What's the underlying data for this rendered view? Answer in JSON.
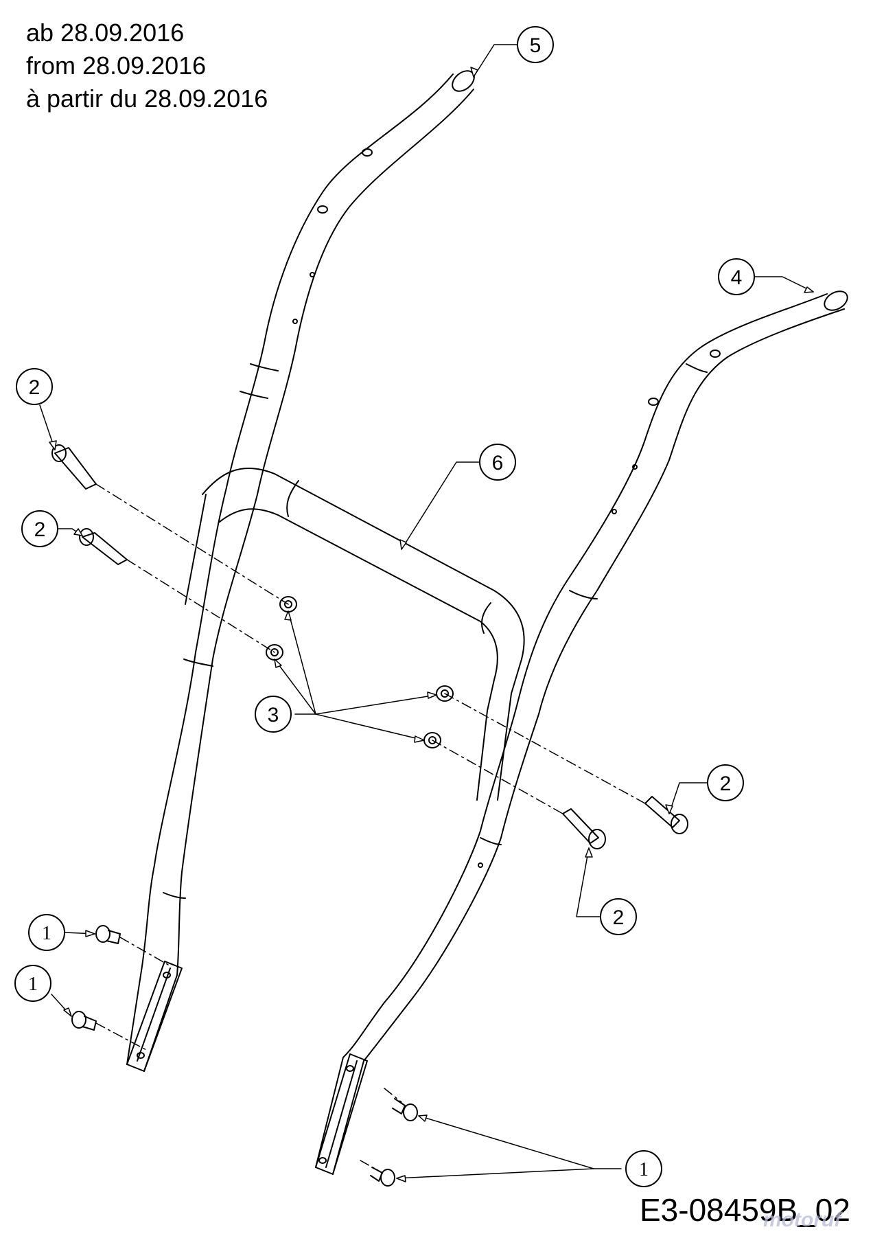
{
  "header": {
    "line_de": "ab 28.09.2016",
    "line_en": "from 28.09.2016",
    "line_fr": "à partir du 28.09.2016"
  },
  "drawing_code": "E3-08459B_02",
  "watermark": "motoruf",
  "callouts": {
    "c1": "1",
    "c2": "1",
    "c3": "1",
    "c4": "2",
    "c5": "2",
    "c6": "2",
    "c7": "2",
    "c8": "3",
    "c9": "4",
    "c10": "5",
    "c11": "6"
  },
  "colors": {
    "line": "#000000",
    "background": "#ffffff",
    "watermark": "#b8b8d8"
  }
}
